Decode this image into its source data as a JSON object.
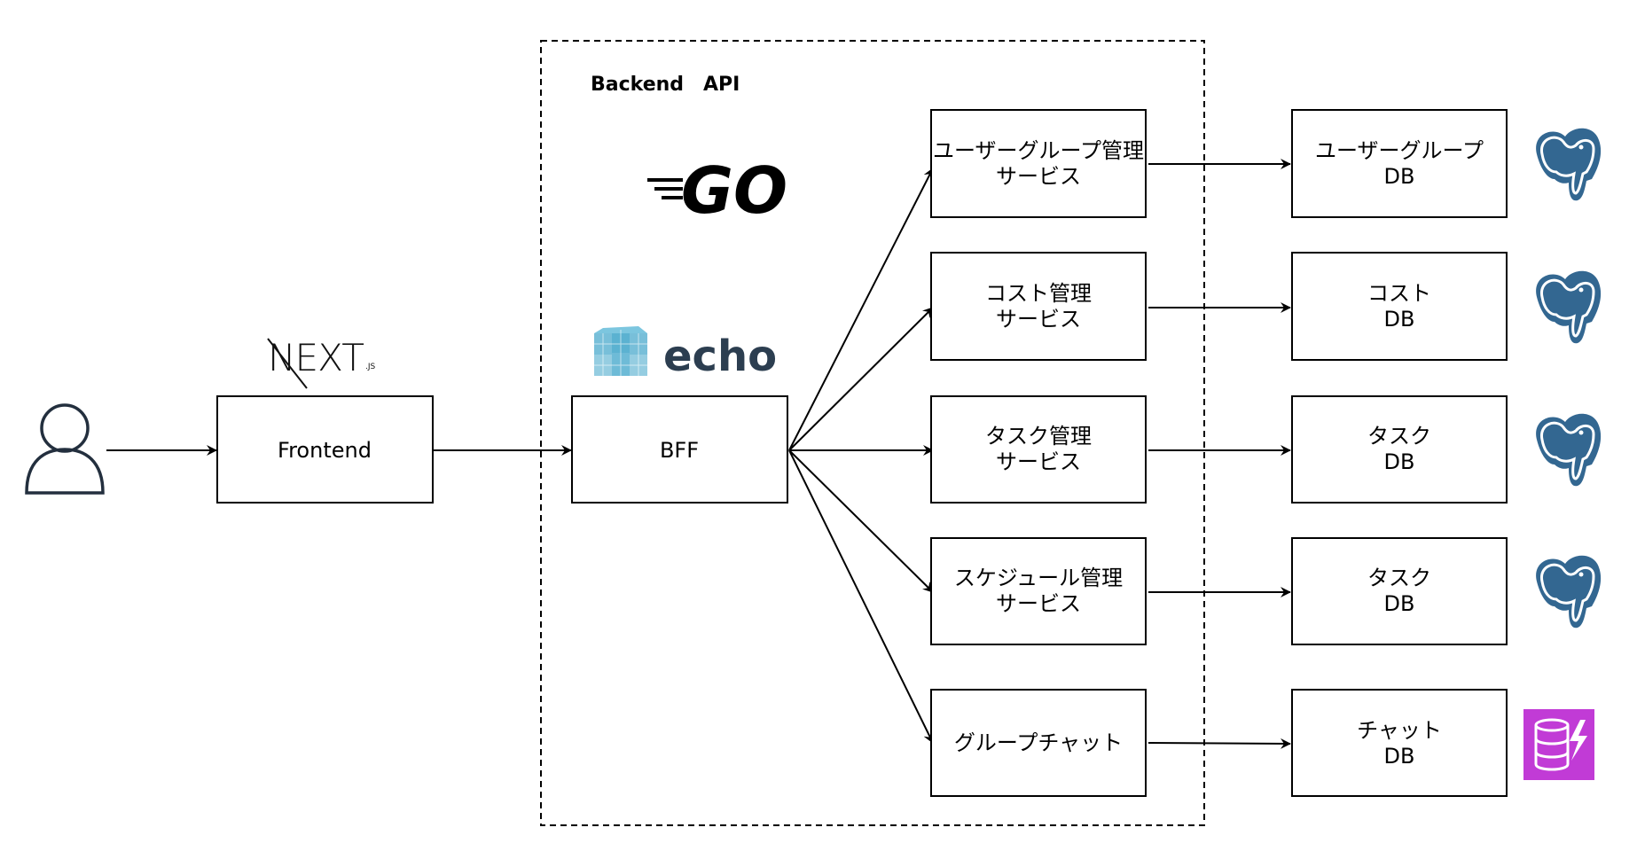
{
  "group": {
    "title": "Backend　API"
  },
  "logos": {
    "nextjs": {
      "text": "NEXT",
      "sub": ".JS"
    },
    "go": {
      "text": "GO"
    },
    "echo": {
      "text": "echo"
    }
  },
  "nodes": {
    "user": {
      "icon": "user-icon"
    },
    "frontend": {
      "label": "Frontend"
    },
    "bff": {
      "label": "BFF"
    },
    "services": [
      {
        "line1": "ユーザーグループ管理",
        "line2": "サービス"
      },
      {
        "line1": "コスト管理",
        "line2": "サービス"
      },
      {
        "line1": "タスク管理",
        "line2": "サービス"
      },
      {
        "line1": "スケジュール管理",
        "line2": "サービス"
      },
      {
        "line1": "グループチャット",
        "line2": ""
      }
    ],
    "databases": [
      {
        "line1": "ユーザーグループ",
        "line2": "DB",
        "icon": "postgresql-icon"
      },
      {
        "line1": "コスト",
        "line2": "DB",
        "icon": "postgresql-icon"
      },
      {
        "line1": "タスク",
        "line2": "DB",
        "icon": "postgresql-icon"
      },
      {
        "line1": "タスク",
        "line2": "DB",
        "icon": "postgresql-icon"
      },
      {
        "line1": "チャット",
        "line2": "DB",
        "icon": "dynamodb-icon"
      }
    ]
  },
  "colors": {
    "postgres_blue": "#336791",
    "dynamo_purple": "#C13BD6",
    "echo_cyan": "#3EA4C9",
    "echo_text": "#2C3E50",
    "user_icon": "#232F3E"
  }
}
